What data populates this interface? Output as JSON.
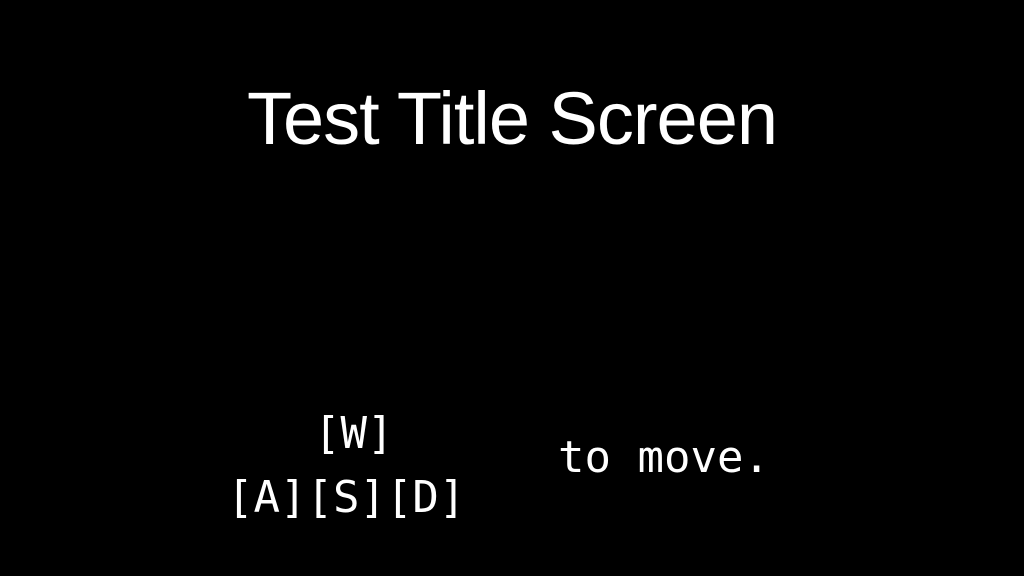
{
  "title": "Test Title Screen",
  "controls": {
    "up_key": "[W]",
    "bottom_keys": "[A][S][D]",
    "hint": "to move."
  },
  "colors": {
    "background": "#000000",
    "text": "#ffffff"
  }
}
